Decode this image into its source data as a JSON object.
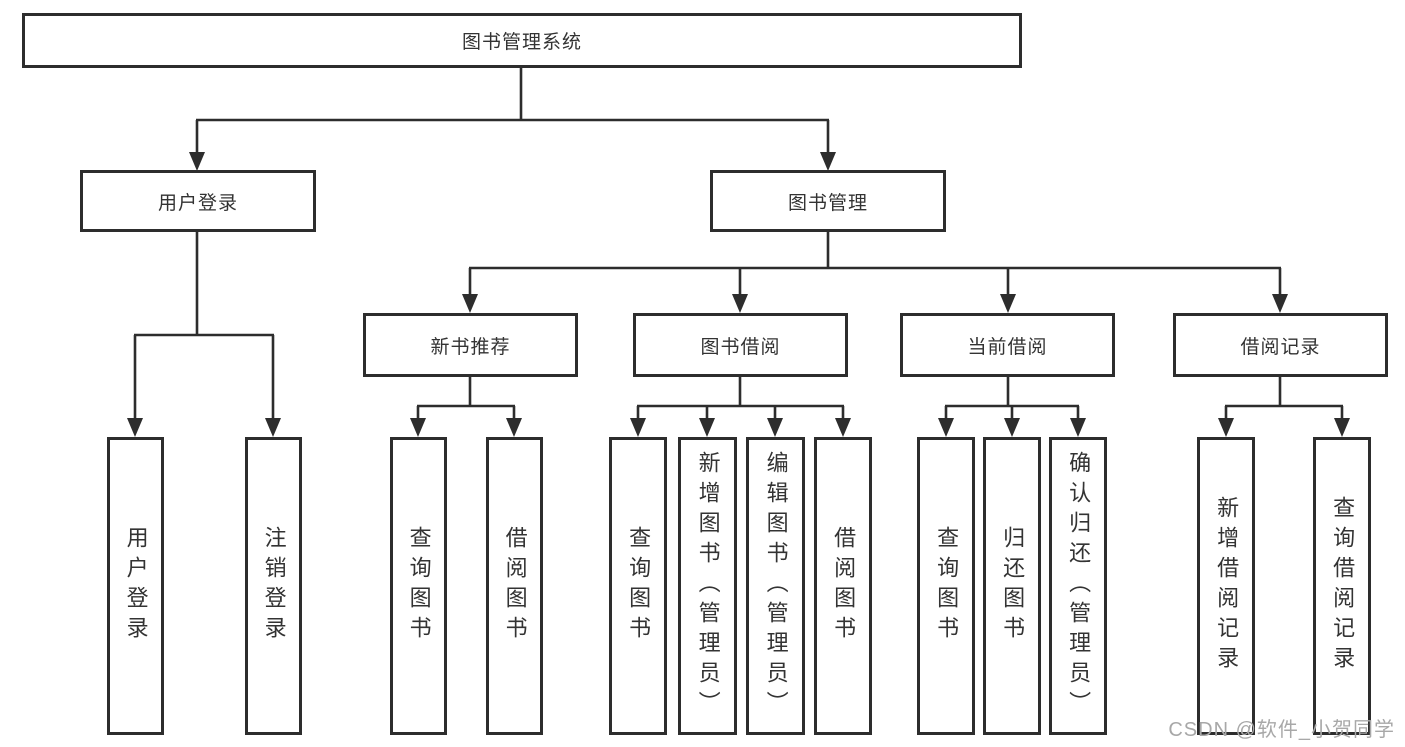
{
  "tree": {
    "root": {
      "label": "图书管理系统"
    },
    "level2": [
      {
        "label": "用户登录",
        "children": [
          {
            "label": "用户登录"
          },
          {
            "label": "注销登录"
          }
        ]
      },
      {
        "label": "图书管理",
        "children": [
          {
            "label": "新书推荐",
            "children": [
              {
                "label": "查询图书"
              },
              {
                "label": "借阅图书"
              }
            ]
          },
          {
            "label": "图书借阅",
            "children": [
              {
                "label": "查询图书"
              },
              {
                "label": "新增图书（管理员）"
              },
              {
                "label": "编辑图书（管理员）"
              },
              {
                "label": "借阅图书"
              }
            ]
          },
          {
            "label": "当前借阅",
            "children": [
              {
                "label": "查询图书"
              },
              {
                "label": "归还图书"
              },
              {
                "label": "确认归还（管理员）"
              }
            ]
          },
          {
            "label": "借阅记录",
            "children": [
              {
                "label": "新增借阅记录"
              },
              {
                "label": "查询借阅记录"
              }
            ]
          }
        ]
      }
    ]
  },
  "watermark": {
    "text": "CSDN @软件_小贺同学"
  },
  "colors": {
    "line": "#2d2d2d",
    "text": "#333333",
    "watermark": "#a8a8a8",
    "background": "#ffffff"
  }
}
